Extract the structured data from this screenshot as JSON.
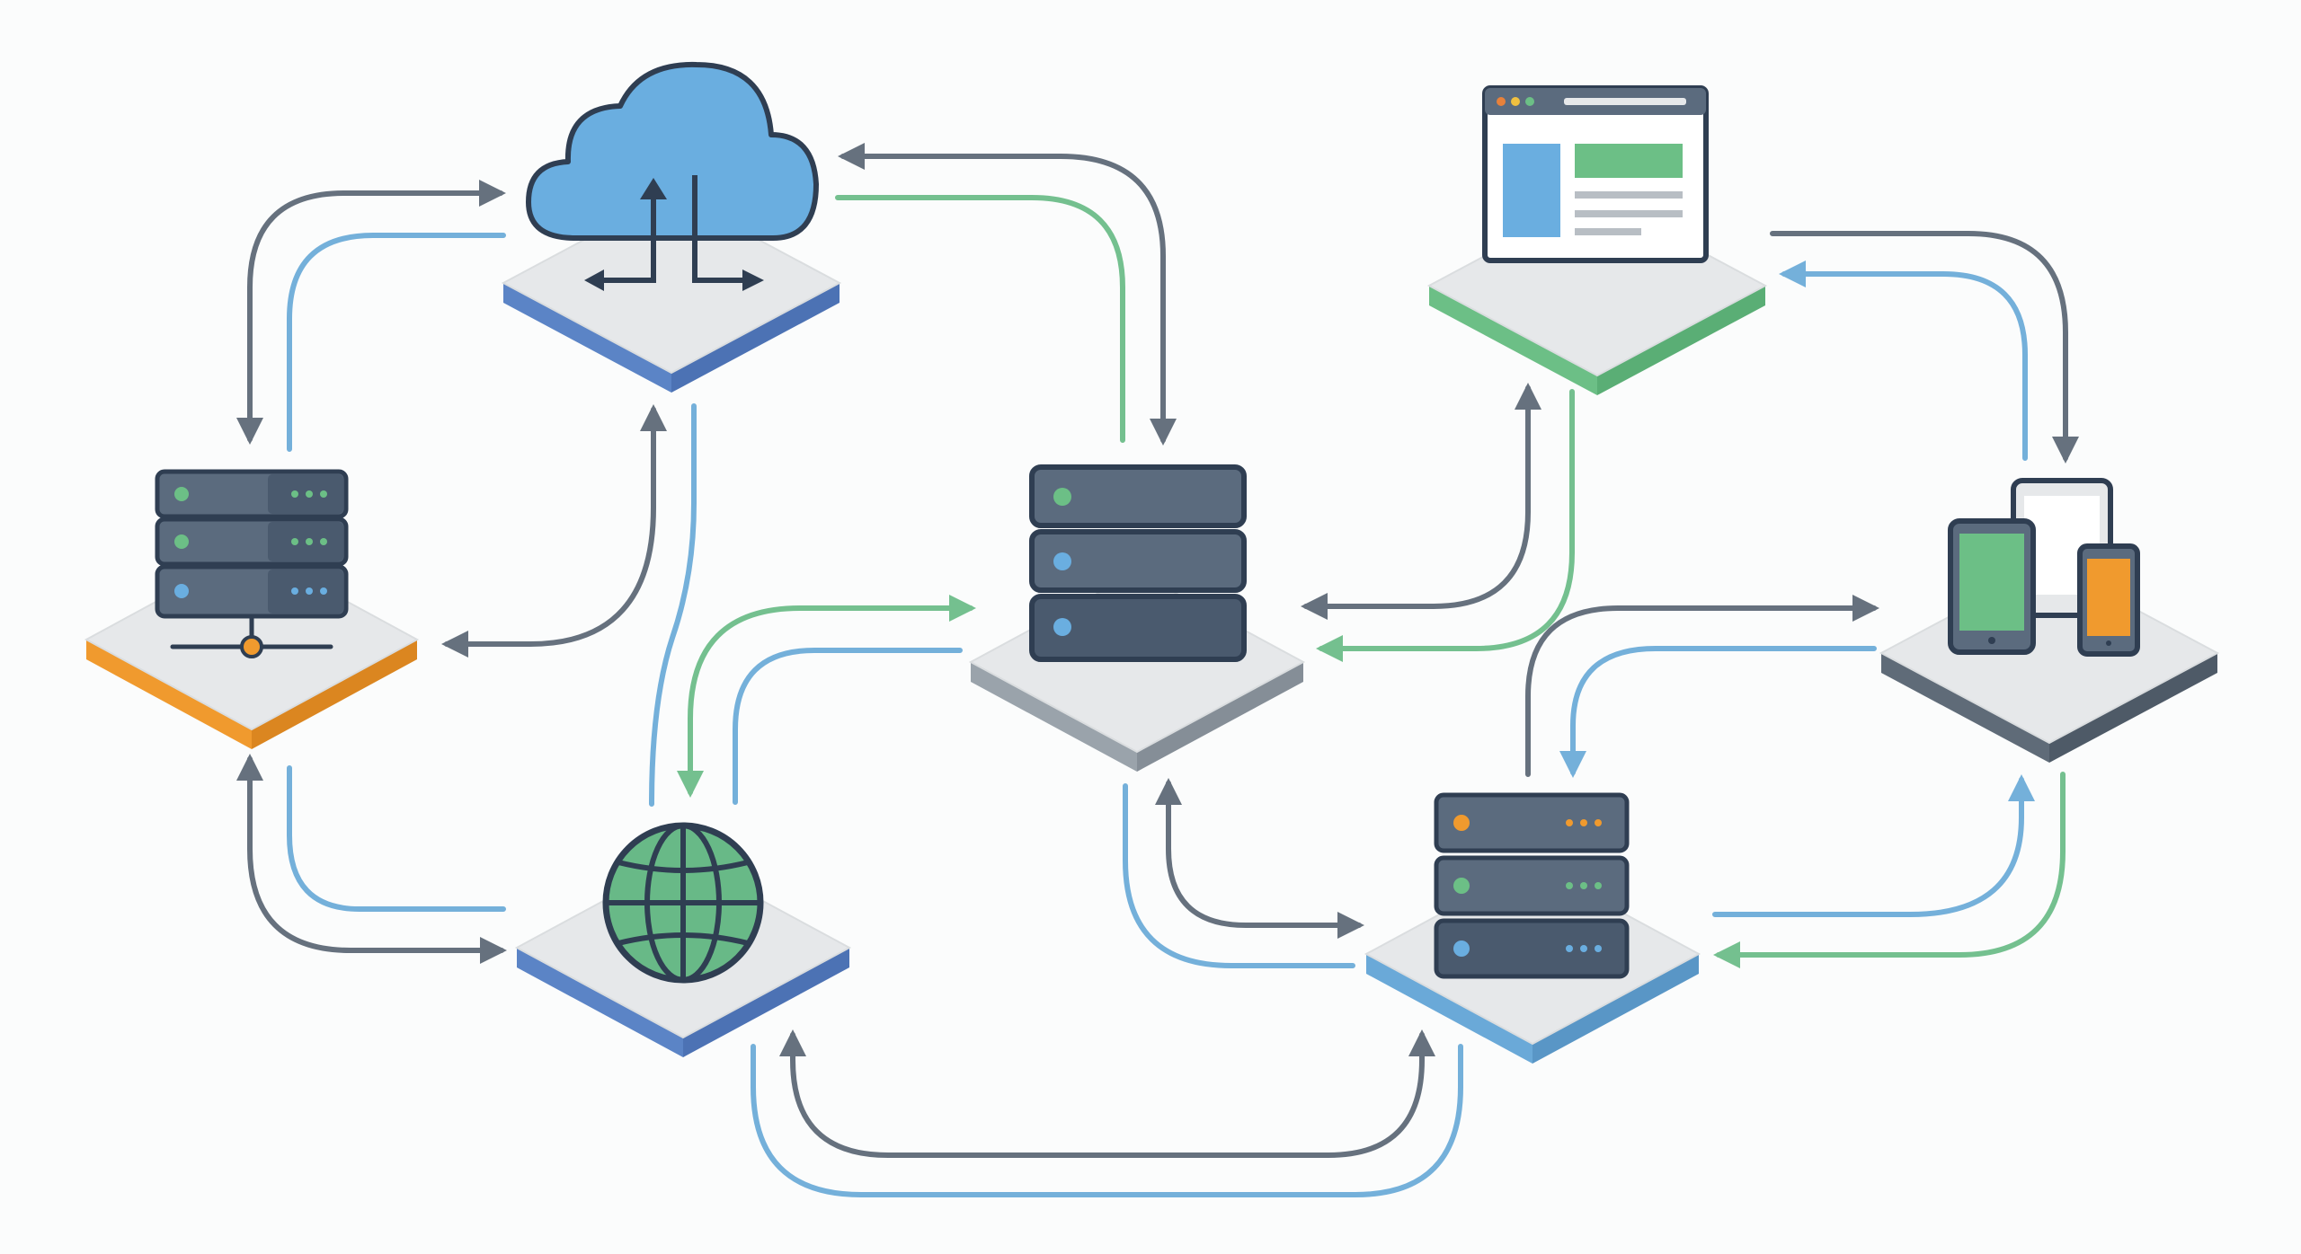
{
  "colors": {
    "background": "#fbfcfc",
    "platform_top": "#e6e8ea",
    "platform_side_light": "#cfd3d7",
    "outline_dark": "#2f3e52",
    "server_body": "#5b6b7e",
    "server_body_dark": "#4a5a6e",
    "accent_blue": "#5b84c6",
    "accent_light_blue": "#6aa9d8",
    "accent_green": "#6cbf86",
    "accent_orange": "#f09a2e",
    "accent_gray": "#8e979f",
    "accent_slate": "#5f6b78",
    "line_slate": "#66717e",
    "line_blue": "#74b0da",
    "line_green": "#74c08f",
    "cloud_fill": "#6aaee0",
    "globe_fill": "#68b987"
  },
  "nodes": [
    {
      "id": "cloud",
      "icon": "cloud-upload-download-icon",
      "accent": "accent_blue"
    },
    {
      "id": "web-browser",
      "icon": "browser-window-icon",
      "accent": "accent_green"
    },
    {
      "id": "local-server",
      "icon": "network-server-icon",
      "accent": "accent_orange"
    },
    {
      "id": "central-database",
      "icon": "database-server-icon",
      "accent": "accent_gray"
    },
    {
      "id": "devices",
      "icon": "multi-device-icon",
      "accent": "accent_slate"
    },
    {
      "id": "internet",
      "icon": "globe-icon",
      "accent": "accent_blue"
    },
    {
      "id": "data-server",
      "icon": "rack-server-icon",
      "accent": "accent_light_blue"
    }
  ],
  "connections": [
    {
      "from": "local-server",
      "to": "cloud",
      "color": "line_slate"
    },
    {
      "from": "cloud",
      "to": "local-server",
      "color": "line_blue"
    },
    {
      "from": "central-database",
      "to": "cloud",
      "color": "line_slate"
    },
    {
      "from": "cloud",
      "to": "central-database",
      "color": "line_green"
    },
    {
      "from": "internet",
      "to": "cloud",
      "color": "line_slate"
    },
    {
      "from": "cloud",
      "to": "internet",
      "color": "line_blue"
    },
    {
      "from": "internet",
      "to": "local-server",
      "color": "line_slate"
    },
    {
      "from": "local-server",
      "to": "internet",
      "color": "line_blue"
    },
    {
      "from": "internet",
      "to": "central-database",
      "color": "line_green"
    },
    {
      "from": "central-database",
      "to": "internet",
      "color": "line_blue"
    },
    {
      "from": "central-database",
      "to": "data-server",
      "color": "line_slate"
    },
    {
      "from": "data-server",
      "to": "central-database",
      "color": "line_blue"
    },
    {
      "from": "web-browser",
      "to": "central-database",
      "color": "line_slate"
    },
    {
      "from": "central-database",
      "to": "web-browser",
      "color": "line_green"
    },
    {
      "from": "web-browser",
      "to": "devices",
      "color": "line_slate"
    },
    {
      "from": "devices",
      "to": "web-browser",
      "color": "line_blue"
    },
    {
      "from": "data-server",
      "to": "devices",
      "color": "line_slate"
    },
    {
      "from": "devices",
      "to": "data-server",
      "color": "line_blue"
    },
    {
      "from": "data-server",
      "to": "devices",
      "color": "line_blue"
    },
    {
      "from": "devices",
      "to": "data-server",
      "color": "line_green"
    },
    {
      "from": "internet",
      "to": "data-server",
      "color": "line_slate"
    },
    {
      "from": "data-server",
      "to": "internet",
      "color": "line_blue"
    }
  ]
}
